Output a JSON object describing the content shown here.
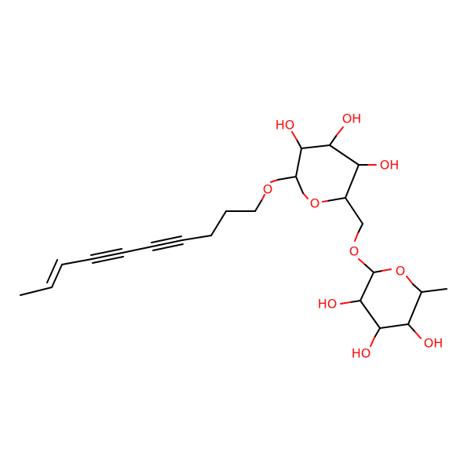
{
  "molecule": {
    "colors": {
      "bond": "#000000",
      "oxygen": "#ff0d0d",
      "background": "#ffffff"
    },
    "labels": {
      "ring_o_1": "O",
      "ring_o_2": "O",
      "ether_o_chain": "O",
      "ether_o_link": "O",
      "oh_top_left": "HO",
      "oh_top_right": "OH",
      "oh_right": "OH",
      "oh_lower_left": "HO",
      "oh_bottom_left": "HO",
      "oh_bottom_right": "OH"
    }
  }
}
